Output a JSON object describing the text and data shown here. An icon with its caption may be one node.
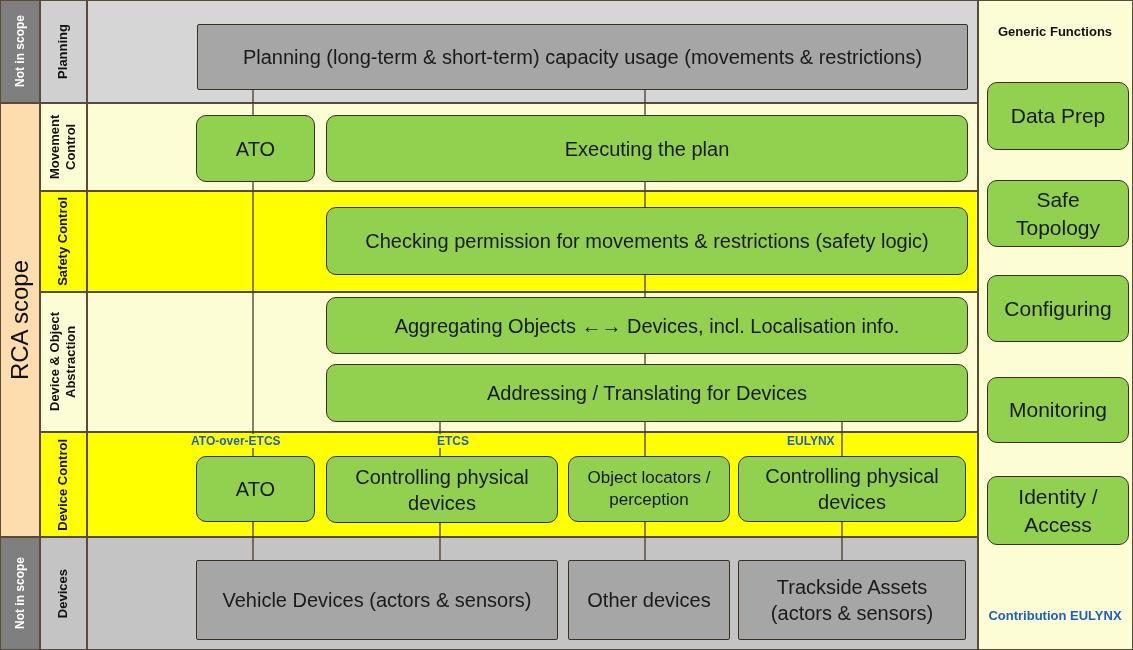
{
  "diagram": {
    "nodes": [
      {
        "text": [
          "Planning (long-term & short-term) capacity usage (movements & restrictions)"
        ]
      },
      {
        "text": [
          "ATO"
        ]
      },
      {
        "text": [
          "Executing the plan"
        ]
      },
      {
        "text": [
          "Checking permission for movements & restrictions (safety logic)"
        ]
      },
      {
        "text": [
          "Aggregating Objects ←→ Devices, incl. Localisation info."
        ]
      },
      {
        "text": [
          "Addressing / Translating for Devices"
        ]
      },
      {
        "text": [
          "ATO"
        ],
        "beside": [
          "ATO-over-ETCS"
        ]
      },
      {
        "text": [
          "Controlling physical devices"
        ],
        "beside": [
          "ETCS"
        ]
      },
      {
        "text": [
          "Object locators / perception"
        ]
      },
      {
        "text": [
          "Controlling physical devices"
        ],
        "beside": [
          "EULYNX"
        ]
      },
      {
        "text": [
          "Vehicle Devices (actors & sensors)"
        ]
      },
      {
        "text": [
          "Other devices"
        ]
      },
      {
        "text": [
          "Trackside Assets (actors & sensors)"
        ]
      },
      {
        "text": [
          "Data Prep"
        ]
      },
      {
        "text": [
          "Safe Topology"
        ]
      },
      {
        "text": [
          "Configuring"
        ]
      },
      {
        "text": [
          "Monitoring"
        ]
      },
      {
        "text": [
          "Identity / Access"
        ]
      }
    ],
    "edges": [
      {
        "from": 0,
        "to": 1,
        "arrow": "none"
      },
      {
        "from": 0,
        "to": 2,
        "arrow": "none"
      },
      {
        "from": 1,
        "to": 6,
        "arrow": "none"
      },
      {
        "from": 2,
        "to": 3,
        "arrow": "none"
      },
      {
        "from": 3,
        "to": 4,
        "arrow": "none"
      },
      {
        "from": 4,
        "to": 5,
        "arrow": "none"
      },
      {
        "from": 5,
        "to": 7,
        "arrow": "none"
      },
      {
        "from": 5,
        "to": 8,
        "arrow": "none"
      },
      {
        "from": 5,
        "to": 9,
        "arrow": "none"
      },
      {
        "from": 6,
        "to": 10,
        "arrow": "none"
      },
      {
        "from": 7,
        "to": 10,
        "arrow": "none"
      },
      {
        "from": 8,
        "to": 11,
        "arrow": "none"
      },
      {
        "from": 9,
        "to": 12,
        "arrow": "none"
      }
    ],
    "labels": [
      "Not in scope",
      "Planning",
      "Generic Functions",
      "RCA scope",
      "Movement Control",
      "Safety Control",
      "Device & Object Abstraction",
      "Device Control",
      "Not in scope",
      "Devices",
      "Contribution EULYNX"
    ]
  }
}
